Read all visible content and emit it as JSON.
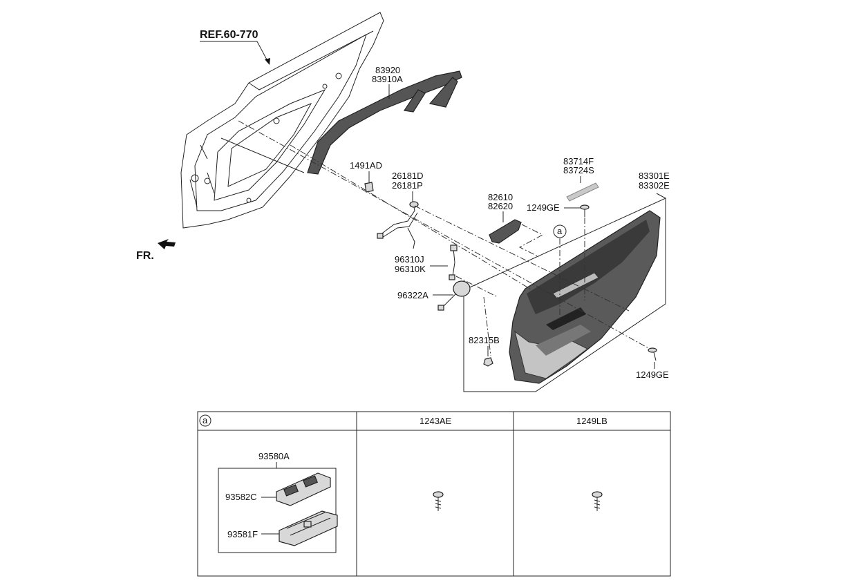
{
  "callouts": {
    "ref": "REF.60-770",
    "weatherstrip_1": "83920",
    "weatherstrip_2": "83910A",
    "clip": "1491AD",
    "harness_1": "26181D",
    "harness_2": "26181P",
    "handle_1": "82610",
    "handle_2": "82620",
    "garnish_1": "83714F",
    "garnish_2": "83724S",
    "trim_1": "83301E",
    "trim_2": "83302E",
    "screw_top": "1249GE",
    "sensor_1": "96310J",
    "sensor_2": "96310K",
    "speaker": "96322A",
    "fastener": "82315B",
    "screw_bottom": "1249GE",
    "front": "FR.",
    "ref_a": "a"
  },
  "table": {
    "col_a_marker": "a",
    "col_2_header": "1243AE",
    "col_3_header": "1249LB",
    "switch_assy": "93580A",
    "switch_cover": "93582C",
    "switch_body": "93581F"
  }
}
